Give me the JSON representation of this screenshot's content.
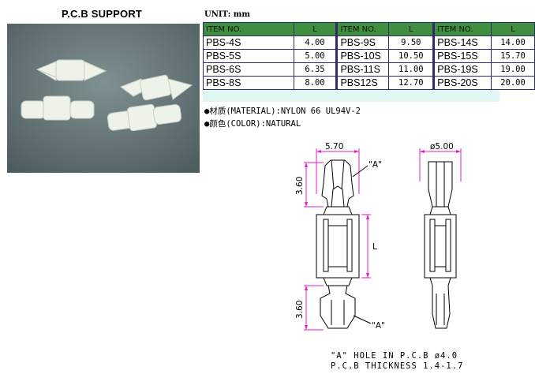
{
  "title": "P.C.B SUPPORT",
  "unit_label": "UNIT: mm",
  "table": {
    "headers": [
      "ITEM NO.",
      "L",
      "ITEM NO.",
      "L",
      "ITEM NO.",
      "L"
    ],
    "rows": [
      [
        "PBS-4S",
        "4.00",
        "PBS-9S",
        "9.50",
        "PBS-14S",
        "14.00"
      ],
      [
        "PBS-5S",
        "5.00",
        "PBS-10S",
        "10.50",
        "PBS-15S",
        "15.70"
      ],
      [
        "PBS-6S",
        "6.35",
        "PBS-11S",
        "11.00",
        "PBS-19S",
        "19.00"
      ],
      [
        "PBS-8S",
        "8.00",
        "PBS12S",
        "12.70",
        "PBS-20S",
        "20.00"
      ]
    ]
  },
  "material": "●材质(MATERIAL):NYLON 66 UL94V-2",
  "color": "●颜色(COLOR):NATURAL",
  "drawing": {
    "dim_width": "5.70",
    "dim_diameter": "ø5.00",
    "dim_top": "3.60",
    "dim_bottom": "3.60",
    "dim_length": "L",
    "label_a_top": "\"A\"",
    "label_a_bottom": "\"A\""
  },
  "notes": {
    "line1": "\"A\" HOLE IN P.C.B ø4.0",
    "line2": "P.C.B THICKNESS 1.4-1.7"
  },
  "colors": {
    "header_green": "#3f8f3f",
    "table_tint": "#dff7f3",
    "dim_magenta": "#e020c0",
    "photo_bg": "#6c7d80"
  }
}
